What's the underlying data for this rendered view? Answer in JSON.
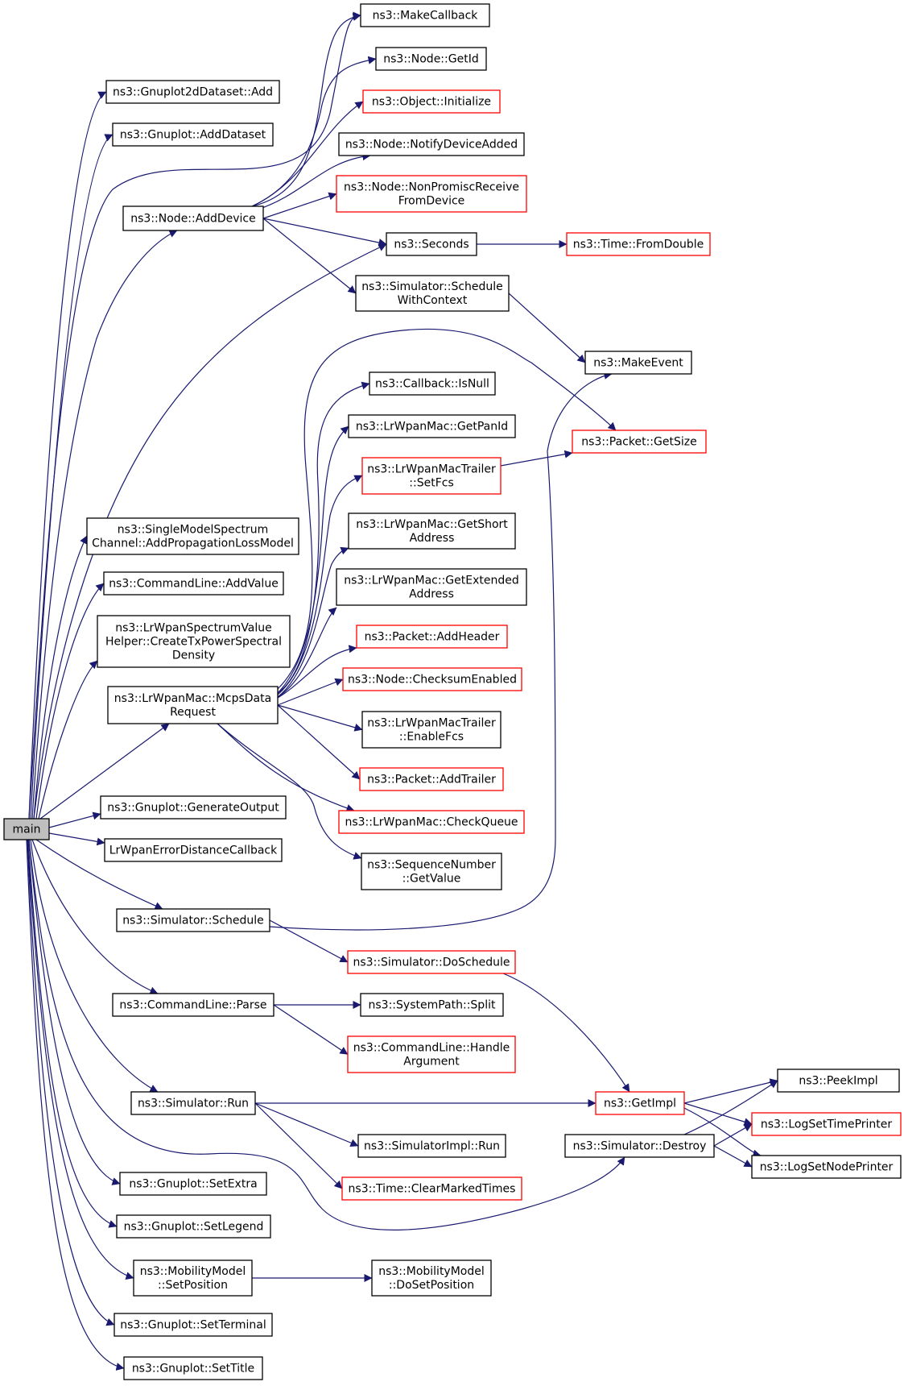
{
  "colors": {
    "edge": "#191970",
    "box_border": "#000000",
    "box_border_truncated": "#ff0000",
    "root_fill": "#bfbfbf"
  },
  "nodes": [
    {
      "id": "main",
      "lines": [
        "main"
      ],
      "root": true
    },
    {
      "id": "gnuplot2d-add",
      "lines": [
        "ns3::Gnuplot2dDataset::Add"
      ]
    },
    {
      "id": "gnuplot-adddataset",
      "lines": [
        "ns3::Gnuplot::AddDataset"
      ]
    },
    {
      "id": "node-adddevice",
      "lines": [
        "ns3::Node::AddDevice"
      ]
    },
    {
      "id": "makecallback",
      "lines": [
        "ns3::MakeCallback"
      ]
    },
    {
      "id": "node-getid",
      "lines": [
        "ns3::Node::GetId"
      ]
    },
    {
      "id": "object-initialize",
      "lines": [
        "ns3::Object::Initialize"
      ],
      "truncated": true
    },
    {
      "id": "node-notifydeviceadded",
      "lines": [
        "ns3::Node::NotifyDeviceAdded"
      ]
    },
    {
      "id": "node-nonpromiscreceive",
      "lines": [
        "ns3::Node::NonPromiscReceive",
        "FromDevice"
      ],
      "truncated": true
    },
    {
      "id": "seconds",
      "lines": [
        "ns3::Seconds"
      ]
    },
    {
      "id": "time-fromdouble",
      "lines": [
        "ns3::Time::FromDouble"
      ],
      "truncated": true
    },
    {
      "id": "simulator-schedulewithcontext",
      "lines": [
        "ns3::Simulator::Schedule",
        "WithContext"
      ]
    },
    {
      "id": "makeevent",
      "lines": [
        "ns3::MakeEvent"
      ]
    },
    {
      "id": "callback-isnull",
      "lines": [
        "ns3::Callback::IsNull"
      ]
    },
    {
      "id": "lrwpanmac-getpanid",
      "lines": [
        "ns3::LrWpanMac::GetPanId"
      ]
    },
    {
      "id": "packet-getsize",
      "lines": [
        "ns3::Packet::GetSize"
      ],
      "truncated": true
    },
    {
      "id": "trailer-setfcs",
      "lines": [
        "ns3::LrWpanMacTrailer",
        "::SetFcs"
      ],
      "truncated": true
    },
    {
      "id": "lrwpanmac-getshortaddress",
      "lines": [
        "ns3::LrWpanMac::GetShort",
        "Address"
      ]
    },
    {
      "id": "lrwpanmac-getextendedaddress",
      "lines": [
        "ns3::LrWpanMac::GetExtended",
        "Address"
      ]
    },
    {
      "id": "spectrum-addpropagationlossmodel",
      "lines": [
        "ns3::SingleModelSpectrum",
        "Channel::AddPropagationLossModel"
      ]
    },
    {
      "id": "commandline-addvalue",
      "lines": [
        "ns3::CommandLine::AddValue"
      ]
    },
    {
      "id": "createtxpowerspectraldensity",
      "lines": [
        "ns3::LrWpanSpectrumValue",
        "Helper::CreateTxPowerSpectral",
        "Density"
      ]
    },
    {
      "id": "packet-addheader",
      "lines": [
        "ns3::Packet::AddHeader"
      ],
      "truncated": true
    },
    {
      "id": "node-checksumenabled",
      "lines": [
        "ns3::Node::ChecksumEnabled"
      ],
      "truncated": true
    },
    {
      "id": "lrwpanmac-mcpsdatarequest",
      "lines": [
        "ns3::LrWpanMac::McpsData",
        "Request"
      ]
    },
    {
      "id": "trailer-enablefcs",
      "lines": [
        "ns3::LrWpanMacTrailer",
        "::EnableFcs"
      ]
    },
    {
      "id": "packet-addtrailer",
      "lines": [
        "ns3::Packet::AddTrailer"
      ],
      "truncated": true
    },
    {
      "id": "gnuplot-generateoutput",
      "lines": [
        "ns3::Gnuplot::GenerateOutput"
      ]
    },
    {
      "id": "lrwpanerrordistancecallback",
      "lines": [
        "LrWpanErrorDistanceCallback"
      ]
    },
    {
      "id": "lrwpanmac-checkqueue",
      "lines": [
        "ns3::LrWpanMac::CheckQueue"
      ],
      "truncated": true
    },
    {
      "id": "sequencenumber-getvalue",
      "lines": [
        "ns3::SequenceNumber",
        "::GetValue"
      ]
    },
    {
      "id": "simulator-schedule",
      "lines": [
        "ns3::Simulator::Schedule"
      ]
    },
    {
      "id": "simulator-doschedule",
      "lines": [
        "ns3::Simulator::DoSchedule"
      ],
      "truncated": true
    },
    {
      "id": "commandline-parse",
      "lines": [
        "ns3::CommandLine::Parse"
      ]
    },
    {
      "id": "systempath-split",
      "lines": [
        "ns3::SystemPath::Split"
      ]
    },
    {
      "id": "commandline-handleargument",
      "lines": [
        "ns3::CommandLine::Handle",
        "Argument"
      ],
      "truncated": true
    },
    {
      "id": "peekimpl",
      "lines": [
        "ns3::PeekImpl"
      ]
    },
    {
      "id": "simulator-run",
      "lines": [
        "ns3::Simulator::Run"
      ]
    },
    {
      "id": "getimpl",
      "lines": [
        "ns3::GetImpl"
      ],
      "truncated": true
    },
    {
      "id": "logsettimeprinter",
      "lines": [
        "ns3::LogSetTimePrinter"
      ],
      "truncated": true
    },
    {
      "id": "simulatorimpl-run",
      "lines": [
        "ns3::SimulatorImpl::Run"
      ]
    },
    {
      "id": "simulator-destroy",
      "lines": [
        "ns3::Simulator::Destroy"
      ]
    },
    {
      "id": "logsetnodeprinter",
      "lines": [
        "ns3::LogSetNodePrinter"
      ]
    },
    {
      "id": "gnuplot-setextra",
      "lines": [
        "ns3::Gnuplot::SetExtra"
      ]
    },
    {
      "id": "time-clearmarkedtimes",
      "lines": [
        "ns3::Time::ClearMarkedTimes"
      ],
      "truncated": true
    },
    {
      "id": "gnuplot-setlegend",
      "lines": [
        "ns3::Gnuplot::SetLegend"
      ]
    },
    {
      "id": "mobilitymodel-setposition",
      "lines": [
        "ns3::MobilityModel",
        "::SetPosition"
      ]
    },
    {
      "id": "mobilitymodel-dosetposition",
      "lines": [
        "ns3::MobilityModel",
        "::DoSetPosition"
      ]
    },
    {
      "id": "gnuplot-setterminal",
      "lines": [
        "ns3::Gnuplot::SetTerminal"
      ]
    },
    {
      "id": "gnuplot-settitle",
      "lines": [
        "ns3::Gnuplot::SetTitle"
      ]
    }
  ],
  "edges": [
    [
      "main",
      "gnuplot2d-add"
    ],
    [
      "main",
      "gnuplot-adddataset"
    ],
    [
      "main",
      "node-adddevice"
    ],
    [
      "main",
      "makecallback"
    ],
    [
      "main",
      "seconds"
    ],
    [
      "main",
      "spectrum-addpropagationlossmodel"
    ],
    [
      "main",
      "commandline-addvalue"
    ],
    [
      "main",
      "createtxpowerspectraldensity"
    ],
    [
      "main",
      "lrwpanmac-mcpsdatarequest"
    ],
    [
      "main",
      "gnuplot-generateoutput"
    ],
    [
      "main",
      "lrwpanerrordistancecallback"
    ],
    [
      "main",
      "simulator-schedule"
    ],
    [
      "main",
      "commandline-parse"
    ],
    [
      "main",
      "simulator-run"
    ],
    [
      "main",
      "simulator-destroy"
    ],
    [
      "main",
      "gnuplot-setextra"
    ],
    [
      "main",
      "gnuplot-setlegend"
    ],
    [
      "main",
      "mobilitymodel-setposition"
    ],
    [
      "main",
      "gnuplot-setterminal"
    ],
    [
      "main",
      "gnuplot-settitle"
    ],
    [
      "node-adddevice",
      "makecallback"
    ],
    [
      "node-adddevice",
      "node-getid"
    ],
    [
      "node-adddevice",
      "object-initialize"
    ],
    [
      "node-adddevice",
      "node-notifydeviceadded"
    ],
    [
      "node-adddevice",
      "node-nonpromiscreceive"
    ],
    [
      "node-adddevice",
      "seconds"
    ],
    [
      "node-adddevice",
      "simulator-schedulewithcontext"
    ],
    [
      "seconds",
      "time-fromdouble"
    ],
    [
      "simulator-schedulewithcontext",
      "makeevent"
    ],
    [
      "lrwpanmac-mcpsdatarequest",
      "callback-isnull"
    ],
    [
      "lrwpanmac-mcpsdatarequest",
      "lrwpanmac-getpanid"
    ],
    [
      "lrwpanmac-mcpsdatarequest",
      "packet-getsize"
    ],
    [
      "lrwpanmac-mcpsdatarequest",
      "trailer-setfcs"
    ],
    [
      "lrwpanmac-mcpsdatarequest",
      "lrwpanmac-getshortaddress"
    ],
    [
      "lrwpanmac-mcpsdatarequest",
      "lrwpanmac-getextendedaddress"
    ],
    [
      "lrwpanmac-mcpsdatarequest",
      "packet-addheader"
    ],
    [
      "lrwpanmac-mcpsdatarequest",
      "node-checksumenabled"
    ],
    [
      "lrwpanmac-mcpsdatarequest",
      "trailer-enablefcs"
    ],
    [
      "lrwpanmac-mcpsdatarequest",
      "packet-addtrailer"
    ],
    [
      "lrwpanmac-mcpsdatarequest",
      "lrwpanmac-checkqueue"
    ],
    [
      "lrwpanmac-mcpsdatarequest",
      "sequencenumber-getvalue"
    ],
    [
      "trailer-setfcs",
      "packet-getsize"
    ],
    [
      "simulator-schedule",
      "makeevent"
    ],
    [
      "simulator-schedule",
      "simulator-doschedule"
    ],
    [
      "simulator-doschedule",
      "getimpl"
    ],
    [
      "commandline-parse",
      "systempath-split"
    ],
    [
      "commandline-parse",
      "commandline-handleargument"
    ],
    [
      "simulator-run",
      "getimpl"
    ],
    [
      "simulator-run",
      "simulatorimpl-run"
    ],
    [
      "simulator-run",
      "time-clearmarkedtimes"
    ],
    [
      "getimpl",
      "peekimpl"
    ],
    [
      "getimpl",
      "logsettimeprinter"
    ],
    [
      "getimpl",
      "logsetnodeprinter"
    ],
    [
      "simulator-destroy",
      "peekimpl"
    ],
    [
      "simulator-destroy",
      "logsettimeprinter"
    ],
    [
      "simulator-destroy",
      "logsetnodeprinter"
    ],
    [
      "mobilitymodel-setposition",
      "mobilitymodel-dosetposition"
    ]
  ]
}
